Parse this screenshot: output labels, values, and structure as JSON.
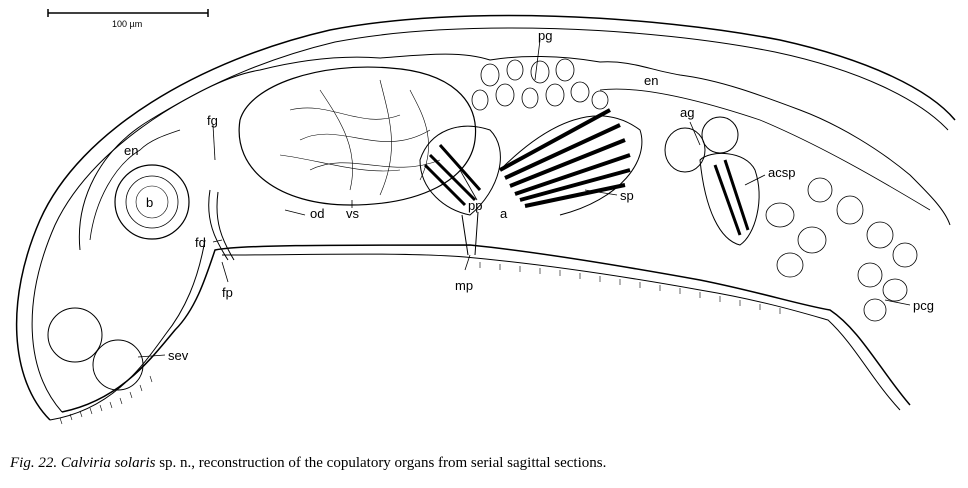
{
  "scale_bar": {
    "label": "100 µm"
  },
  "labels": {
    "pg": "pg",
    "en_right": "en",
    "ag": "ag",
    "en_left": "en",
    "fg": "fg",
    "acsp": "acsp",
    "b": "b",
    "sp": "sp",
    "pp": "pp",
    "a": "a",
    "od": "od",
    "vs": "vs",
    "fd": "fd",
    "mp": "mp",
    "fp": "fp",
    "pcg": "pcg",
    "sev": "sev"
  },
  "caption": {
    "fig": "Fig. 22.",
    "species": "Calviria solaris",
    "rest": " sp. n., reconstruction of the copulatory organs from serial sagittal sections."
  }
}
